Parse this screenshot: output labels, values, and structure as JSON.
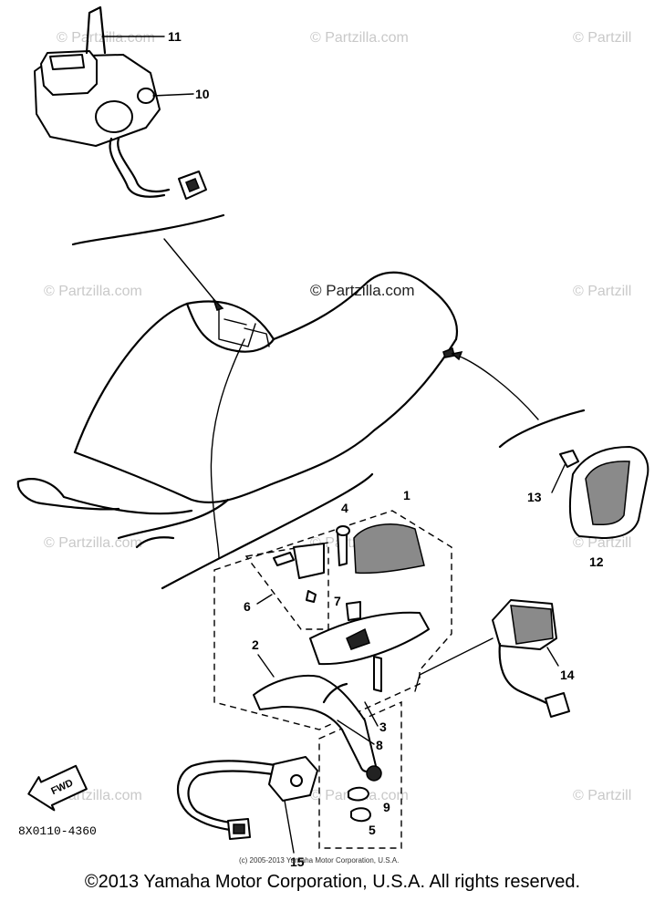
{
  "watermark": "© Partzilla.com",
  "watermark_cut": "© Partzill",
  "diagram_code": "8X0110-4360",
  "small_notice": "(c) 2005-2013 Yamaha Motor Corporation, U.S.A.",
  "fwd_label": "FWD",
  "copyright": "©2013 Yamaha Motor Corporation, U.S.A. All rights reserved.",
  "callouts": {
    "c1": "1",
    "c2": "2",
    "c3": "3",
    "c4": "4",
    "c5": "5",
    "c6": "6",
    "c7": "7",
    "c8": "8",
    "c9": "9",
    "c10": "10",
    "c11": "11",
    "c12": "12",
    "c13": "13",
    "c14": "14",
    "c15": "15"
  }
}
